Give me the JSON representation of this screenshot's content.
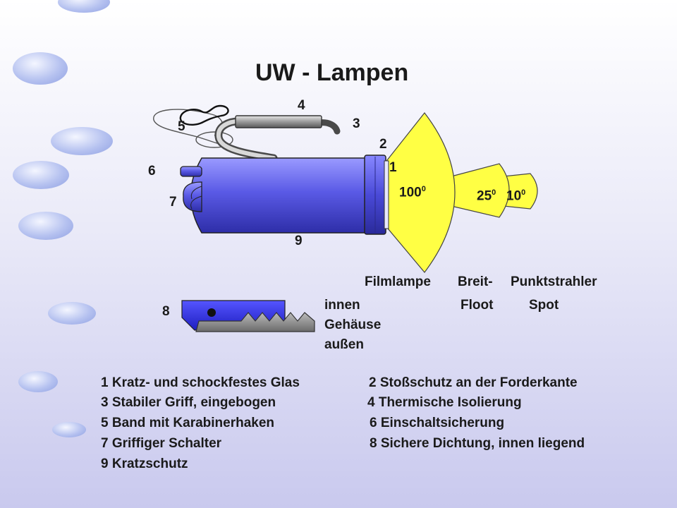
{
  "title": "UW - Lampen",
  "numbers": {
    "n1": "1",
    "n2": "2",
    "n3": "3",
    "n4": "4",
    "n5": "5",
    "n6": "6",
    "n7": "7",
    "n8": "8",
    "n9": "9"
  },
  "beams": {
    "wide_value": "100",
    "wide_deg": "0",
    "medium_value": "25",
    "medium_deg": "0",
    "narrow_value": "10",
    "narrow_deg": "0"
  },
  "beam_labels": {
    "film": "Filmlampe",
    "broad_line1": "Breit-",
    "broad_line2": "Floot",
    "spot_line1": "Punktstrahler",
    "spot_line2": "Spot"
  },
  "seal_labels": {
    "inner": "innen",
    "housing": "Gehäuse",
    "outer": "außen"
  },
  "legend": {
    "item1": "1 Kratz- und schockfestes Glas",
    "item2": "2 Stoßschutz an der Forderkante",
    "item3": "3 Stabiler Griff, eingebogen",
    "item4": "4 Thermische Isolierung",
    "item5": "5 Band mit Karabinerhaken",
    "item6": "6 Einschaltsicherung",
    "item7": "7 Griffiger Schalter",
    "item8": "8 Sichere Dichtung, innen liegend",
    "item9": "9 Kratzschutz"
  },
  "colors": {
    "lamp_body": "#5a5ae6",
    "beam_yellow": "#ffff44",
    "seal_blue": "#3a3ae0",
    "handle_grey": "#8a8a8a"
  }
}
